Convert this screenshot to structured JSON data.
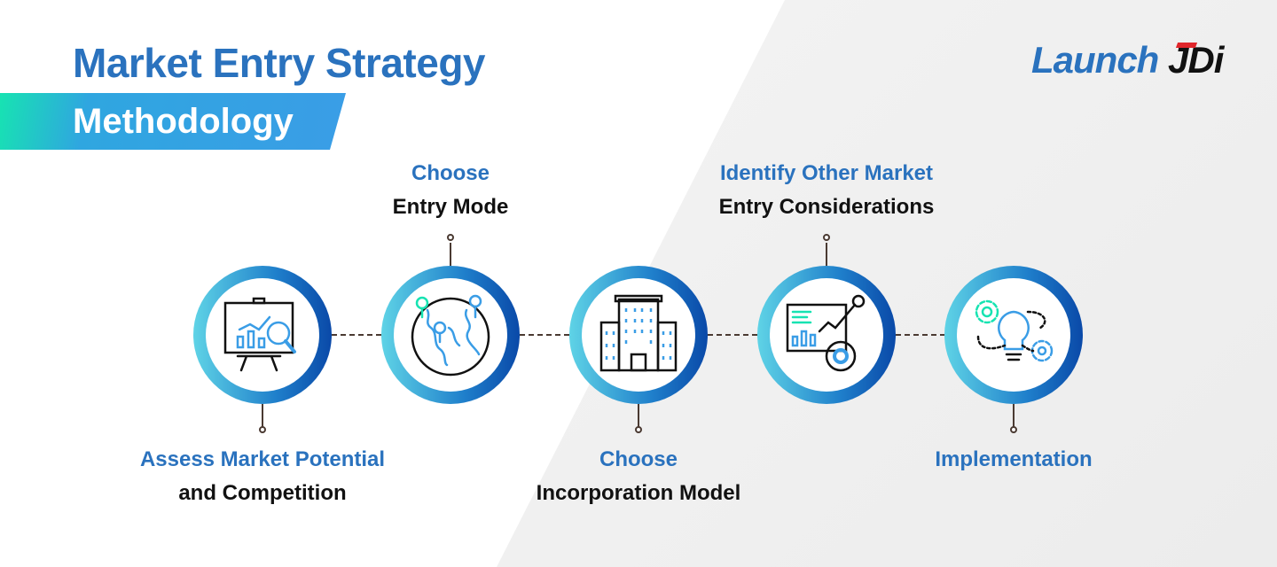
{
  "header": {
    "title": "Market Entry Strategy",
    "subtitle": "Methodology"
  },
  "logo": {
    "text_main": "Launch",
    "text_accent": "JDi"
  },
  "colors": {
    "blue": "#2a72be",
    "dark": "#111111",
    "accent_red": "#e0262b"
  },
  "steps": [
    {
      "line1": "Assess Market Potential",
      "line2": "and Competition",
      "icon": "presentation-analytics-icon",
      "position": "bottom"
    },
    {
      "line1": "Choose",
      "line2": "Entry Mode",
      "icon": "globe-pins-icon",
      "position": "top"
    },
    {
      "line1": "Choose",
      "line2": "Incorporation Model",
      "icon": "office-building-icon",
      "position": "bottom"
    },
    {
      "line1": "Identify Other Market",
      "line2": "Entry Considerations",
      "icon": "dashboard-chart-icon",
      "position": "top"
    },
    {
      "line1": "Implementation",
      "line2": "",
      "icon": "lightbulb-gears-icon",
      "position": "bottom"
    }
  ]
}
